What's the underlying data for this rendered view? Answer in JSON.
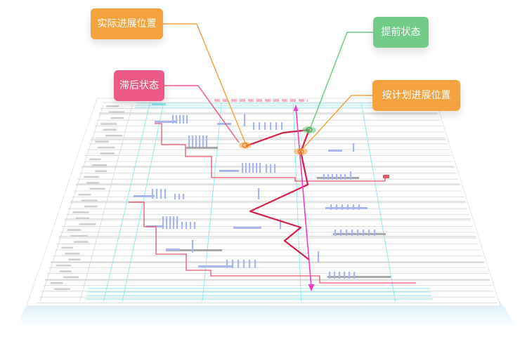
{
  "callouts": {
    "actual_progress": "实际进展位置",
    "ahead": "提前状态",
    "lagging": "滞后状态",
    "planned_progress": "按计划进展位置"
  },
  "colors": {
    "grid_line": "#d6d6d6",
    "date_line": "#86e9ee",
    "task_bar": "#aab6f0",
    "baseline_bar": "#a9a9a9",
    "schedule_path": "#e9536e",
    "progress_line": "#d41e4a",
    "status_date_arrow": "#ec3fc4",
    "actual_marker": "#f5a33f",
    "ahead_marker": "#72cc87",
    "callout_orange": "#f5a33f",
    "callout_green": "#72cc87",
    "callout_pink": "#ee5a87"
  }
}
